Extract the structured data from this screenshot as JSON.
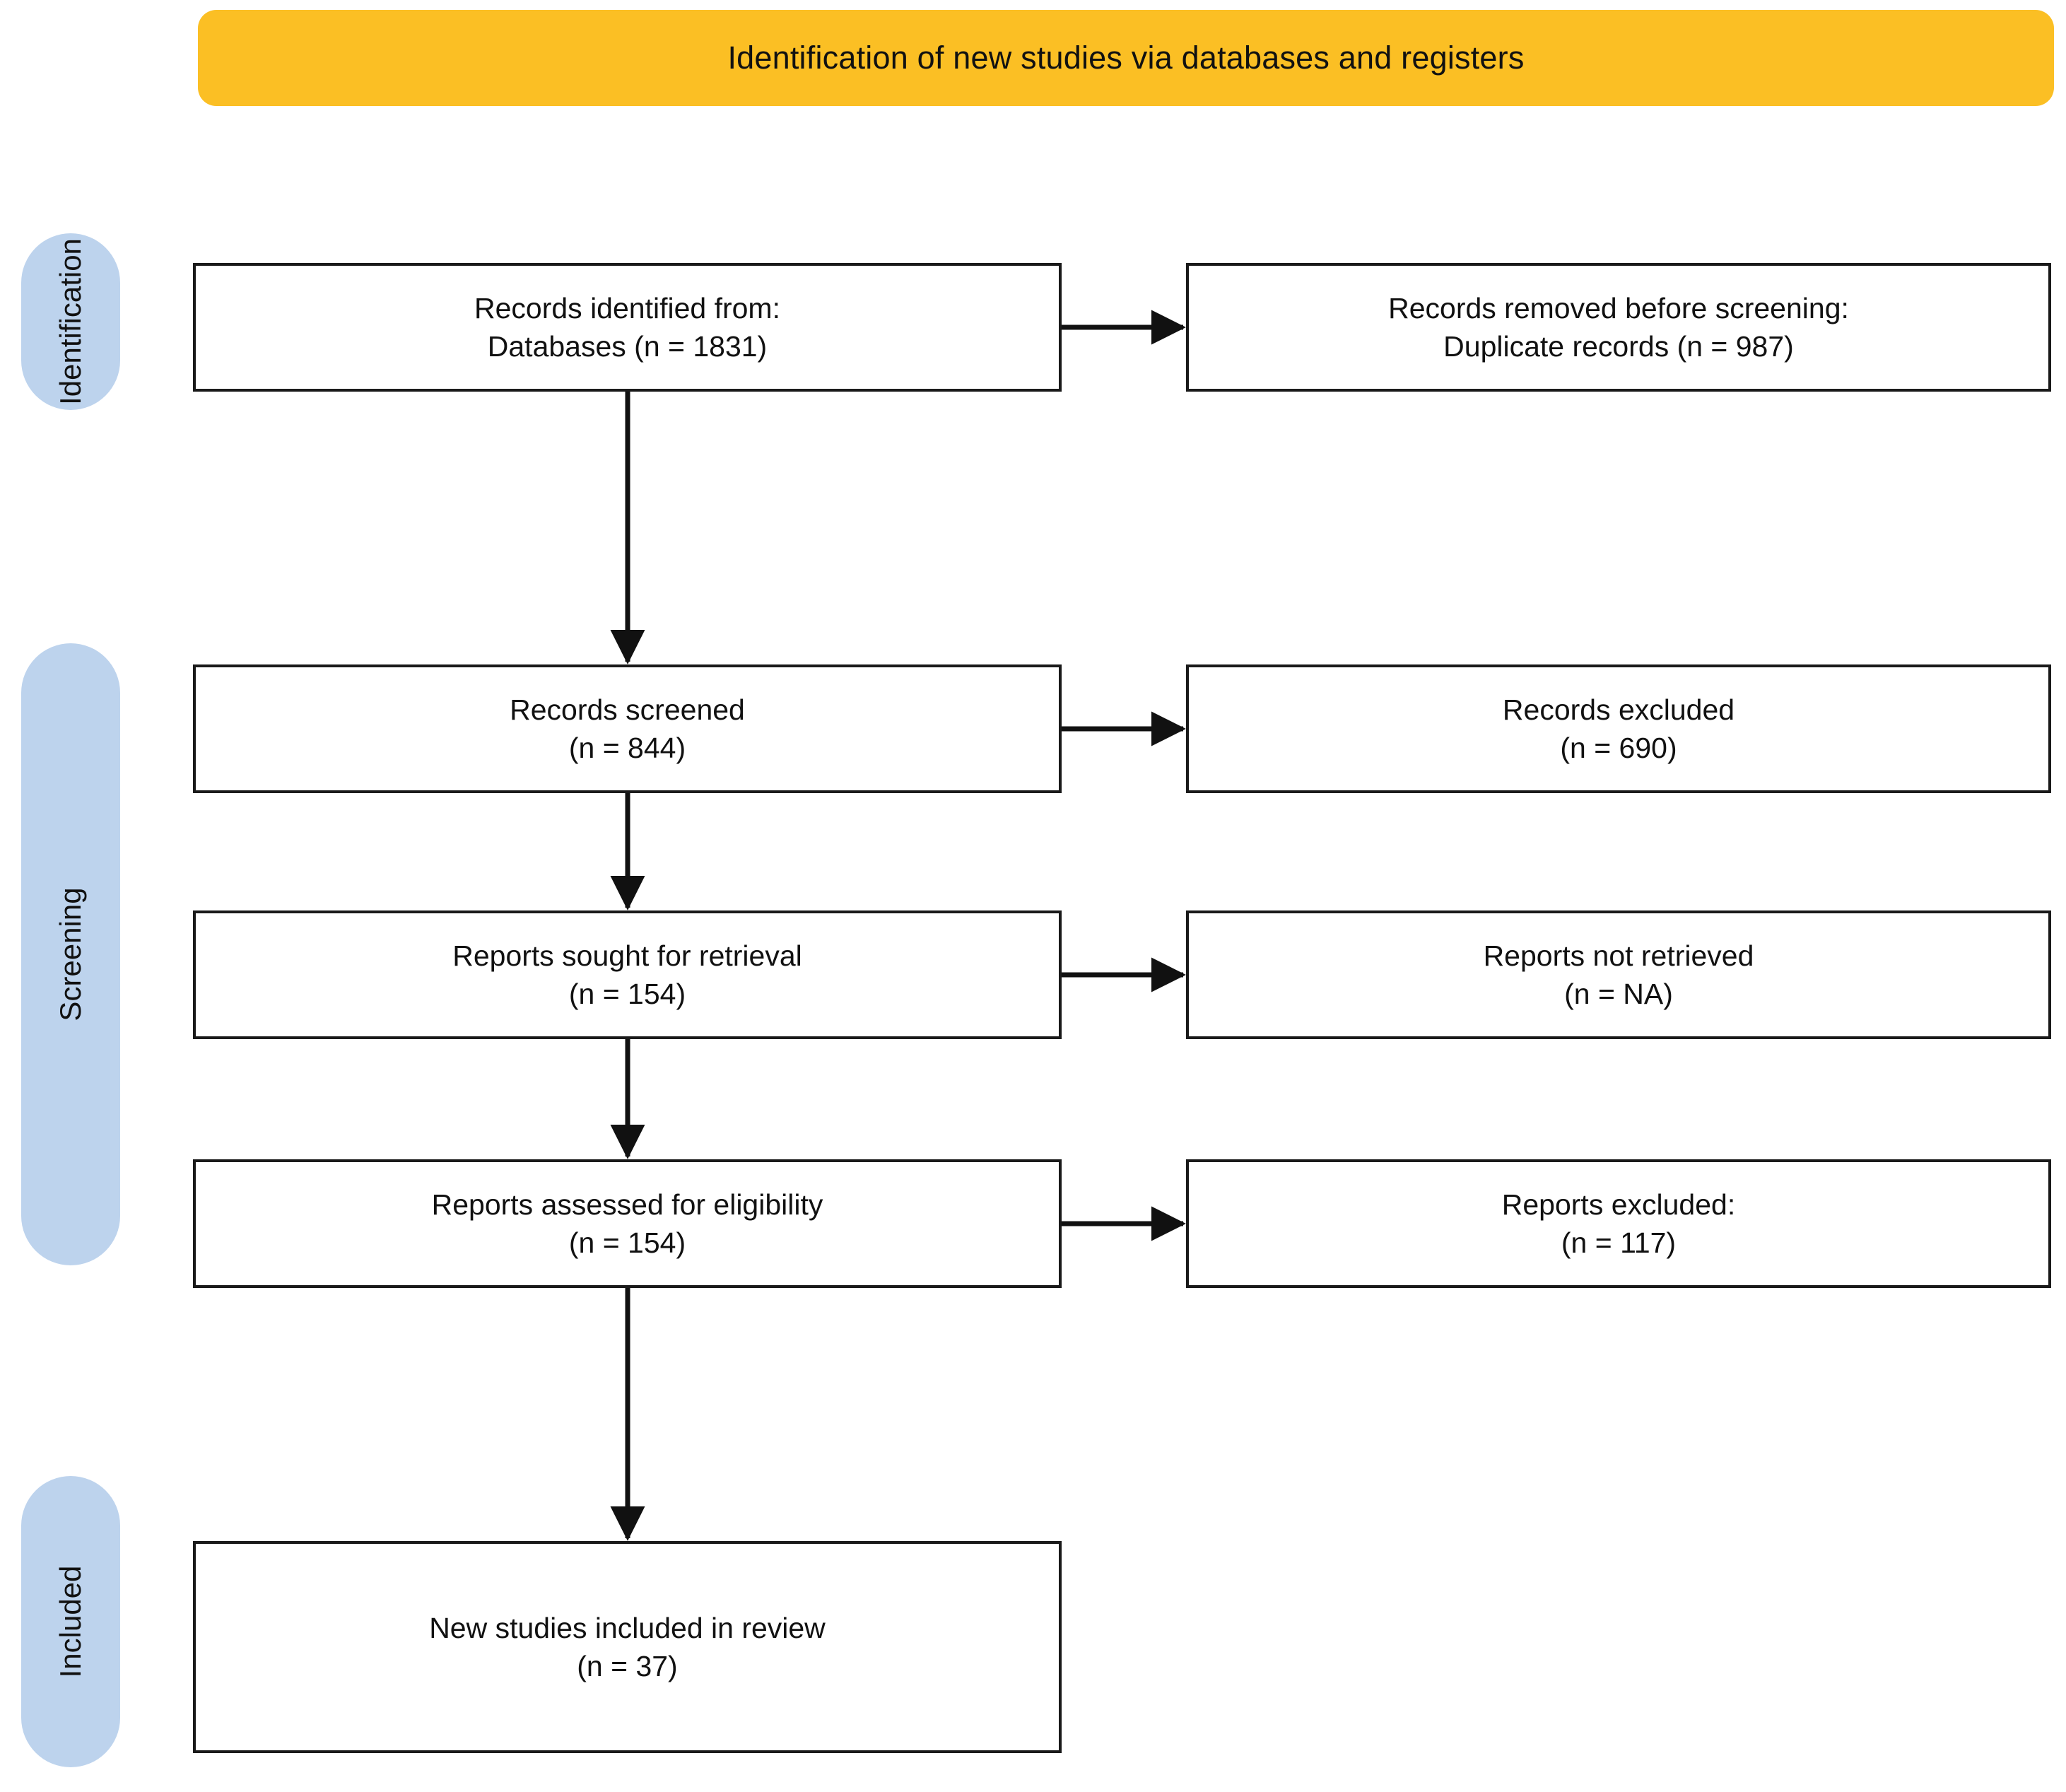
{
  "banner": {
    "title": "Identification of new studies via databases and registers",
    "color": "#FBBF24"
  },
  "stages": {
    "color": "#BDD3ED",
    "items": [
      {
        "id": "identification",
        "label": "Identification"
      },
      {
        "id": "screening",
        "label": "Screening"
      },
      {
        "id": "included",
        "label": "Included"
      }
    ]
  },
  "chart_data": {
    "type": "diagram",
    "title": "Identification of new studies via databases and registers",
    "nodes": [
      {
        "id": "identified",
        "stage": "Identification",
        "column": "left",
        "line1": "Records identified from:",
        "line2": "Databases (n = 1831)",
        "n": 1831
      },
      {
        "id": "removed",
        "stage": "Identification",
        "column": "right",
        "line1": "Records removed before screening:",
        "line2": "Duplicate records (n = 987)",
        "n": 987
      },
      {
        "id": "screened",
        "stage": "Screening",
        "column": "left",
        "line1": "Records screened",
        "line2": "(n = 844)",
        "n": 844
      },
      {
        "id": "records_excluded",
        "stage": "Screening",
        "column": "right",
        "line1": "Records excluded",
        "line2": "(n = 690)",
        "n": 690
      },
      {
        "id": "sought",
        "stage": "Screening",
        "column": "left",
        "line1": "Reports sought for retrieval",
        "line2": "(n = 154)",
        "n": 154
      },
      {
        "id": "not_retrieved",
        "stage": "Screening",
        "column": "right",
        "line1": "Reports not retrieved",
        "line2": "(n = NA)",
        "n": "NA"
      },
      {
        "id": "assessed",
        "stage": "Screening",
        "column": "left",
        "line1": "Reports assessed for eligibility",
        "line2": "(n = 154)",
        "n": 154
      },
      {
        "id": "reports_excluded",
        "stage": "Screening",
        "column": "right",
        "line1": "Reports excluded:",
        "line2": "(n = 117)",
        "n": 117
      },
      {
        "id": "included",
        "stage": "Included",
        "column": "left",
        "line1": "New studies included in review",
        "line2": "(n = 37)",
        "n": 37
      }
    ],
    "edges": [
      {
        "from": "identified",
        "to": "removed",
        "direction": "right"
      },
      {
        "from": "identified",
        "to": "screened",
        "direction": "down"
      },
      {
        "from": "screened",
        "to": "records_excluded",
        "direction": "right"
      },
      {
        "from": "screened",
        "to": "sought",
        "direction": "down"
      },
      {
        "from": "sought",
        "to": "not_retrieved",
        "direction": "right"
      },
      {
        "from": "sought",
        "to": "assessed",
        "direction": "down"
      },
      {
        "from": "assessed",
        "to": "reports_excluded",
        "direction": "right"
      },
      {
        "from": "assessed",
        "to": "included",
        "direction": "down"
      }
    ]
  }
}
